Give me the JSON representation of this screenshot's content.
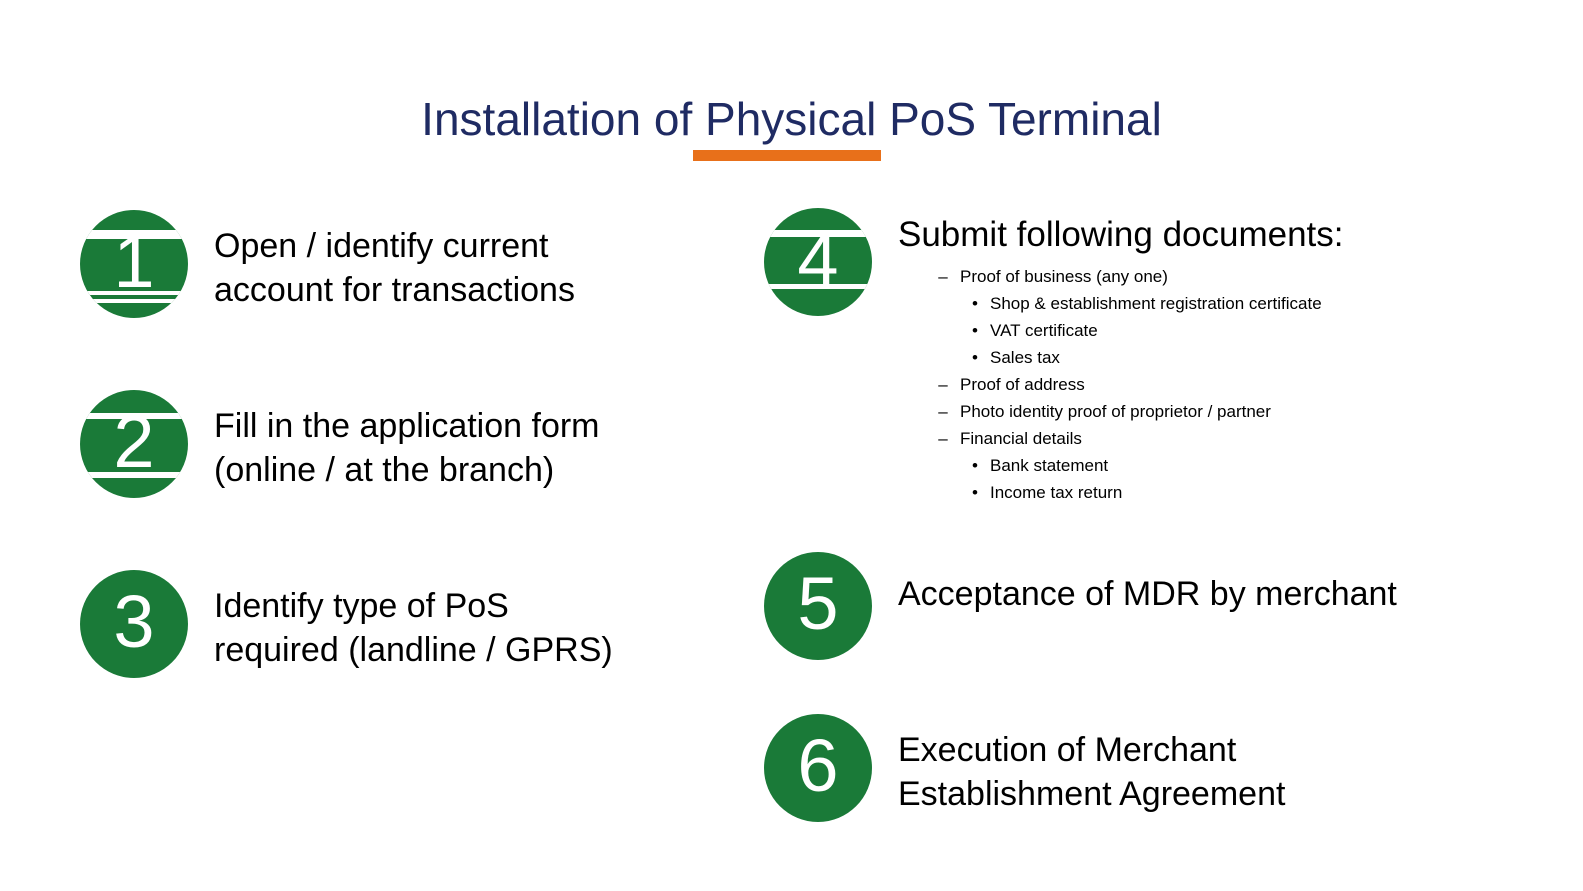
{
  "slide": {
    "title": "Installation of Physical PoS Terminal",
    "accent_color": "#E8701A",
    "title_color": "#1F2B63",
    "badge_color": "#1A7A38",
    "text_color": "#000000",
    "background_color": "#FFFFFF"
  },
  "steps": [
    {
      "number": "1",
      "text": "Open / identify current\naccount for transactions"
    },
    {
      "number": "2",
      "text": "Fill in the application form\n(online / at the branch)"
    },
    {
      "number": "3",
      "text": "Identify type of PoS\nrequired (landline / GPRS)"
    },
    {
      "number": "4",
      "text": "Submit following documents:",
      "documents": [
        {
          "level": 1,
          "marker": "–",
          "label": "Proof of business (any one)"
        },
        {
          "level": 2,
          "marker": "•",
          "label": "Shop & establishment registration certificate"
        },
        {
          "level": 2,
          "marker": "•",
          "label": "VAT certificate"
        },
        {
          "level": 2,
          "marker": "•",
          "label": "Sales tax"
        },
        {
          "level": 1,
          "marker": "–",
          "label": "Proof of address"
        },
        {
          "level": 1,
          "marker": "–",
          "label": "Photo identity proof of proprietor / partner"
        },
        {
          "level": 1,
          "marker": "–",
          "label": "Financial details"
        },
        {
          "level": 2,
          "marker": "•",
          "label": "Bank statement"
        },
        {
          "level": 2,
          "marker": "•",
          "label": "Income tax return"
        }
      ]
    },
    {
      "number": "5",
      "text": "Acceptance of MDR by merchant"
    },
    {
      "number": "6",
      "text": "Execution of Merchant\nEstablishment Agreement"
    }
  ]
}
